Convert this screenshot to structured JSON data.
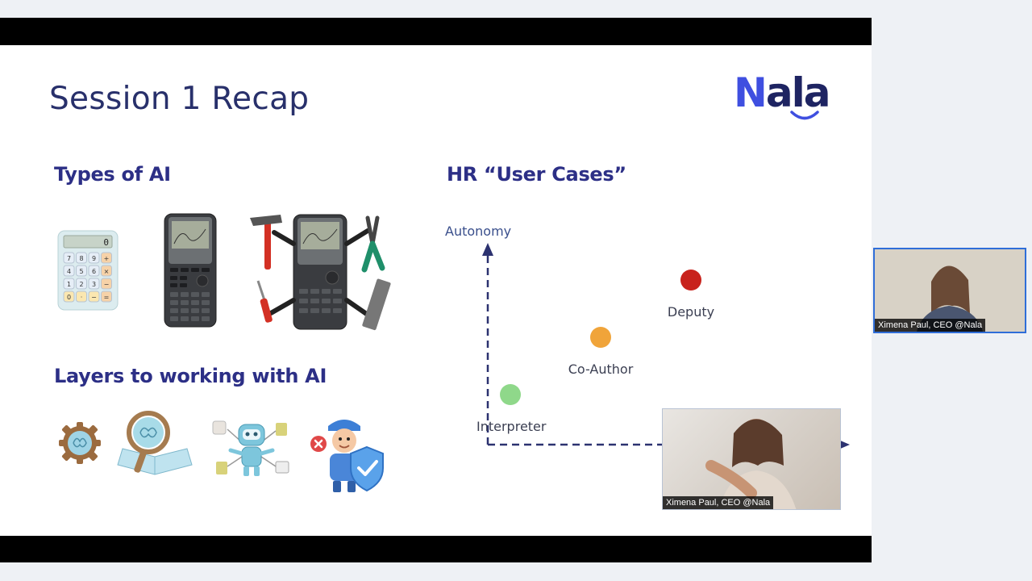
{
  "slide": {
    "title": "Session 1 Recap",
    "logo_text": "Nala",
    "types_heading": "Types of AI",
    "layers_heading": "Layers to working with AI",
    "hr_heading": "HR “User Cases”"
  },
  "chart_data": {
    "type": "scatter",
    "ylabel": "Autonomy",
    "xlabel": "",
    "points": [
      {
        "label": "Interpreter",
        "x": 1,
        "y": 1,
        "color": "#8fd88a"
      },
      {
        "label": "Co-Author",
        "x": 2,
        "y": 2,
        "color": "#f0a43a"
      },
      {
        "label": "Deputy",
        "x": 3,
        "y": 3,
        "color": "#c8221c"
      }
    ]
  },
  "calculator": {
    "display": "0",
    "keys": [
      "7",
      "8",
      "9",
      "+",
      "4",
      "5",
      "6",
      "×",
      "1",
      "2",
      "3",
      "−",
      "0",
      "·",
      "−",
      "="
    ]
  },
  "participants": [
    {
      "name": "Ximena Paul, CEO @Nala"
    },
    {
      "name": "Ximena Paul, CEO @Nala"
    }
  ],
  "colors": {
    "title": "#28306b",
    "heading": "#2c2f86",
    "accent": "#3f4fe0",
    "tile_border": "#2f6ed8"
  }
}
